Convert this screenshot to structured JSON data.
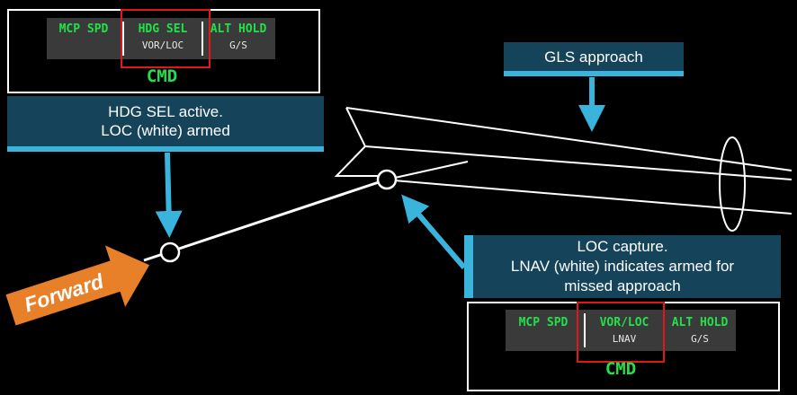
{
  "panel_top": {
    "mcp_spd": "MCP SPD",
    "hdg_sel": "HDG SEL",
    "vor_loc_armed": "VOR/LOC",
    "alt_hold": "ALT HOLD",
    "gs_armed": "G/S",
    "cmd": "CMD"
  },
  "panel_bottom": {
    "mcp_spd": "MCP SPD",
    "vor_loc": "VOR/LOC",
    "lnav_armed": "LNAV",
    "alt_hold": "ALT HOLD",
    "gs_armed": "G/S",
    "cmd": "CMD"
  },
  "callouts": {
    "hdg_line1": "HDG SEL active.",
    "hdg_line2": "LOC (white) armed",
    "gls": "GLS approach",
    "loc_line1": "LOC capture.",
    "loc_line2": "LNAV (white) indicates armed for",
    "loc_line3": "missed approach"
  },
  "forward_label": "Forward",
  "colors": {
    "background": "#000000",
    "fma_green": "#22e04a",
    "fma_white": "#e8e8e8",
    "fma_bg": "#3a3a3a",
    "highlight_red": "#e01818",
    "callout_bg": "#15445a",
    "callout_accent": "#3ab4dc",
    "arrow_cyan": "#3ab4dc",
    "forward_orange": "#e8802a"
  }
}
